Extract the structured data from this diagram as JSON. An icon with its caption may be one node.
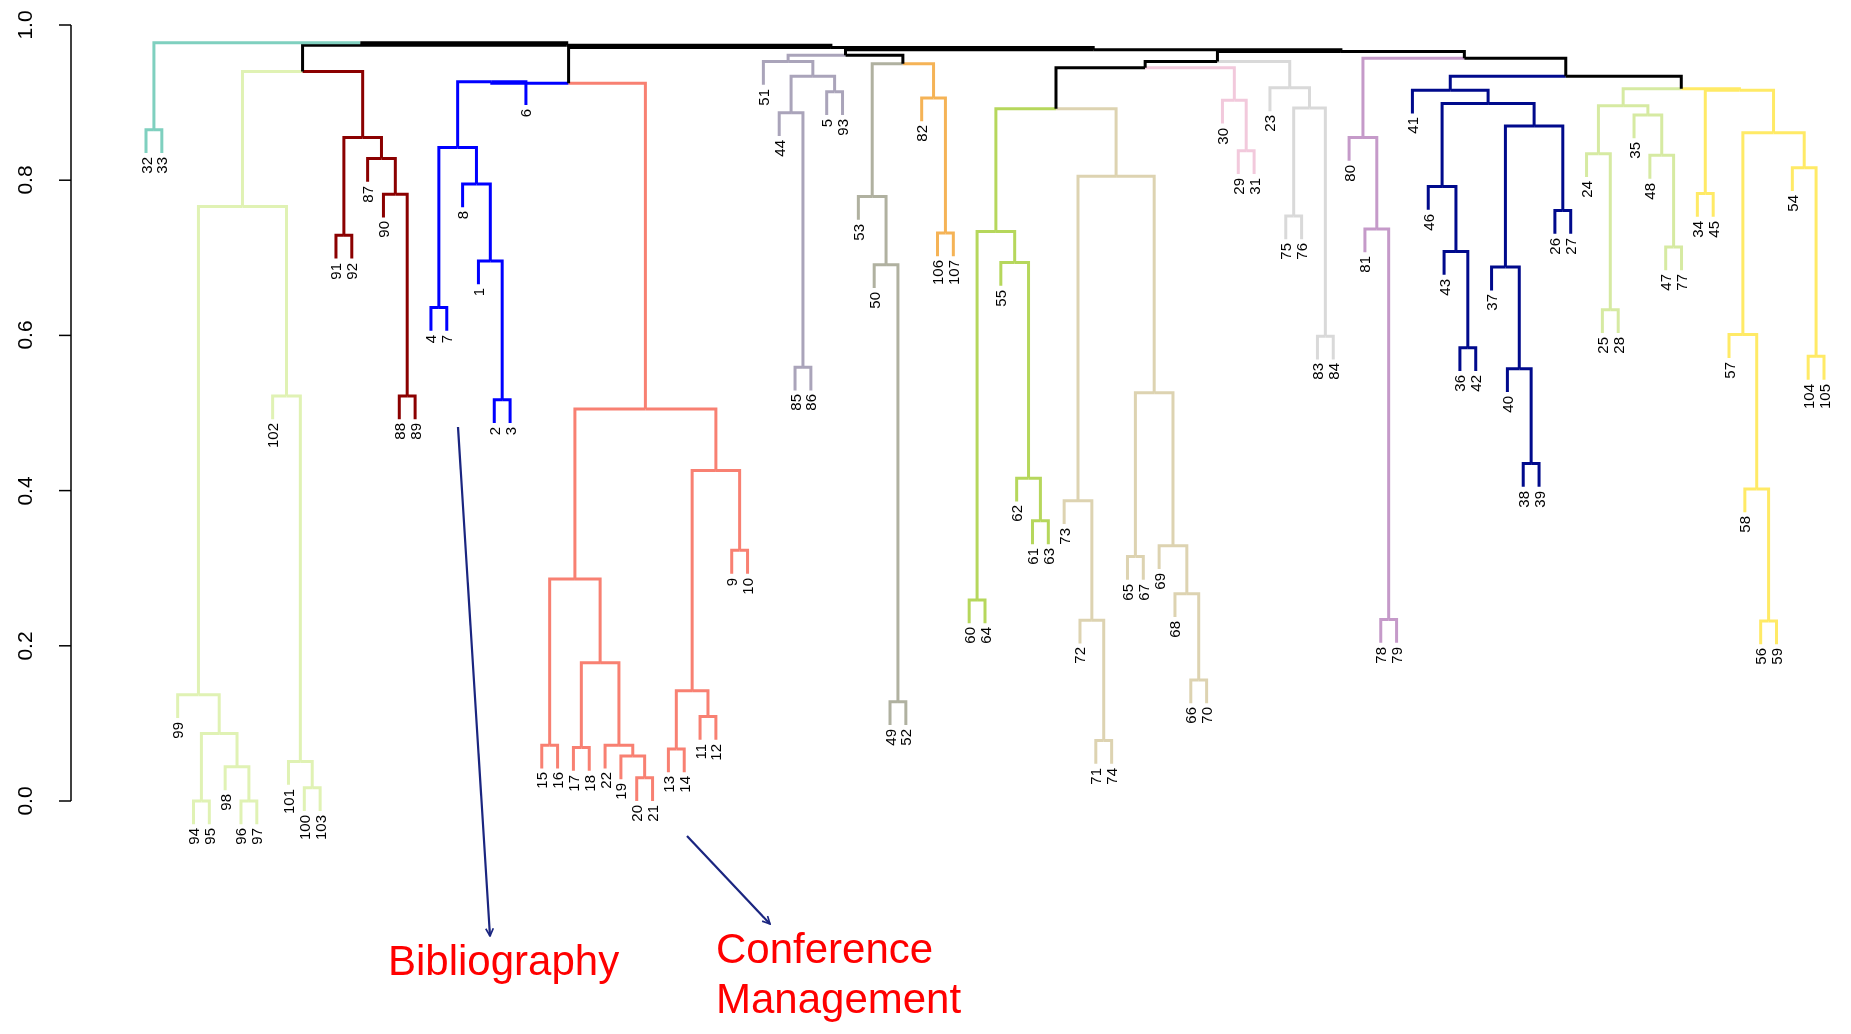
{
  "diagram": {
    "nodes": [
      {
        "text": [
          "Bibliography"
        ]
      },
      {
        "text": [
          "Conference Management"
        ]
      }
    ],
    "edges": [
      {
        "from": null,
        "to": 0,
        "arrow": "to"
      },
      {
        "from": null,
        "to": 1,
        "arrow": "to"
      }
    ],
    "labels": [
      "1.0",
      "0.8",
      "0.6",
      "0.4",
      "0.2",
      "0.0",
      "32",
      "33",
      "99",
      "94",
      "95",
      "98",
      "96",
      "97",
      "102",
      "101",
      "100",
      "103",
      "91",
      "92",
      "87",
      "90",
      "88",
      "89",
      "4",
      "7",
      "8",
      "1",
      "2",
      "3",
      "6",
      "15",
      "16",
      "17",
      "18",
      "22",
      "19",
      "20",
      "21",
      "13",
      "14",
      "11",
      "12",
      "9",
      "10",
      "51",
      "44",
      "85",
      "86",
      "5",
      "93",
      "53",
      "50",
      "49",
      "52",
      "82",
      "106",
      "107",
      "60",
      "64",
      "55",
      "62",
      "61",
      "63",
      "73",
      "72",
      "71",
      "74",
      "65",
      "67",
      "69",
      "68",
      "66",
      "70",
      "30",
      "29",
      "31",
      "23",
      "75",
      "76",
      "83",
      "84",
      "80",
      "81",
      "78",
      "79",
      "41",
      "46",
      "43",
      "36",
      "42",
      "37",
      "40",
      "38",
      "39",
      "26",
      "27",
      "24",
      "25",
      "28",
      "35",
      "48",
      "47",
      "77",
      "34",
      "45",
      "57",
      "58",
      "56",
      "59",
      "54",
      "104",
      "105"
    ]
  }
}
